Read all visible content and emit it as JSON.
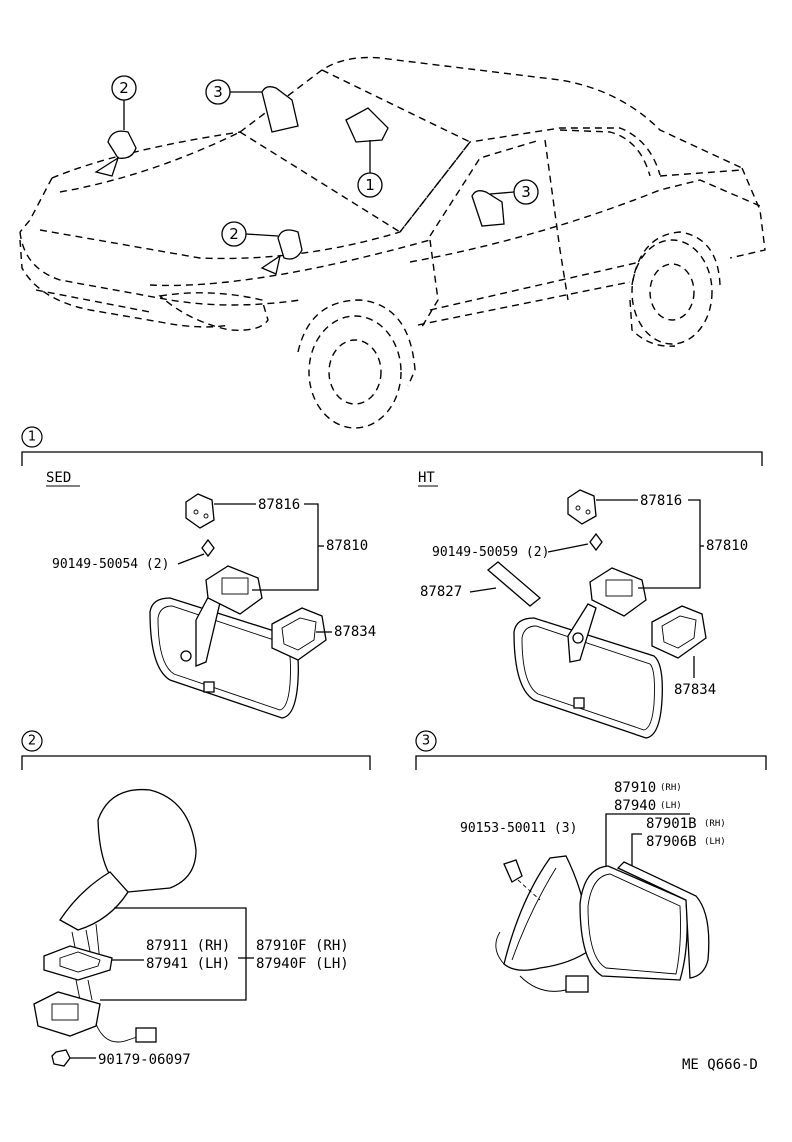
{
  "callouts": {
    "c1": "1",
    "c2": "2",
    "c3": "3"
  },
  "sections": {
    "s1_number": "1",
    "s2_number": "2",
    "s3_number": "3",
    "sed_label": "SED",
    "ht_label": "HT"
  },
  "sed": {
    "p87816": "87816",
    "p87810": "87810",
    "screw": "90149-50054 (2)",
    "p87834": "87834"
  },
  "ht": {
    "p87816": "87816",
    "p87810": "87810",
    "screw": "90149-50059 (2)",
    "p87827": "87827",
    "p87834": "87834"
  },
  "outer": {
    "rh_a": "87911 (RH)",
    "lh_a": "87941 (LH)",
    "rh_b": "87910F (RH)",
    "lh_b": "87940F (LH)",
    "nut": "90179-06097"
  },
  "door": {
    "screw": "90153-50011 (3)",
    "p1": "87910",
    "p1_tag": "(RH)",
    "p2": "87940",
    "p2_tag": "(LH)",
    "p3": "87901B",
    "p3_tag": "(RH)",
    "p4": "87906B",
    "p4_tag": "(LH)"
  },
  "footer": {
    "code": "ME Q666-D"
  }
}
